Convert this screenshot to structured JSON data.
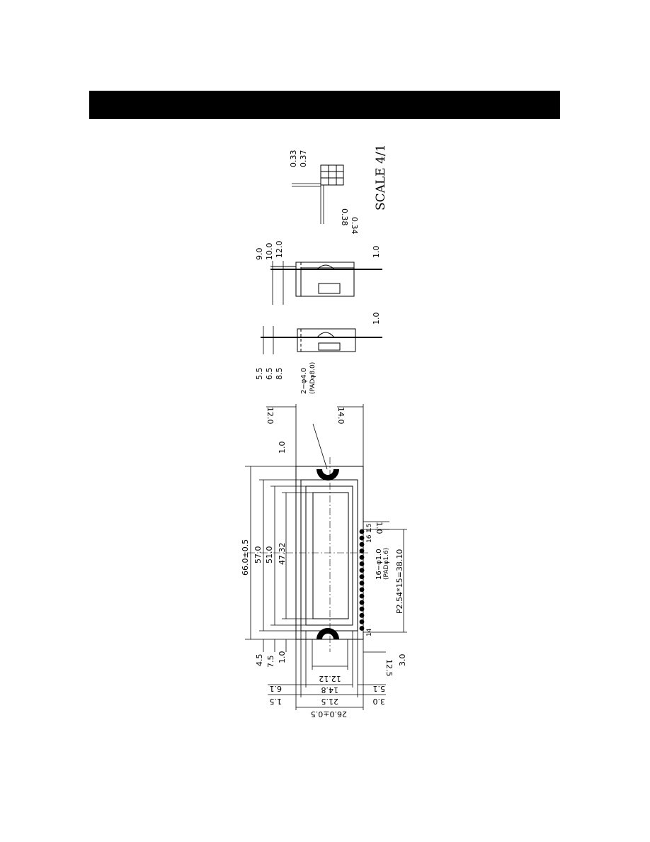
{
  "drawing": {
    "scale_note": "SCALE 4/1",
    "pixel_detail": {
      "dim_033": "0.33",
      "dim_037": "0.37",
      "dim_038": "0.38",
      "dim_034": "0.34"
    },
    "side_view_top": {
      "dim_90": "9.0",
      "dim_100": "10.0",
      "dim_120": "12.0",
      "dim_10": "1.0"
    },
    "side_view_bottom": {
      "dim_55": "5.5",
      "dim_65": "6.5",
      "dim_85": "8.5",
      "dim_10": "1.0"
    },
    "front_view": {
      "dim_overall_length": "66.0±0.5",
      "dim_570": "57.0",
      "dim_510": "51.0",
      "dim_4732": "47.32",
      "dim_10_top": "1.0",
      "dim_120_top": "12.0",
      "dim_140": "14.0",
      "hole_callout_1": "2−φ4.0",
      "hole_callout_2": "(PADφ8.0)",
      "pin_callout_1": "16−φ1.0",
      "pin_callout_2": "(PADφ1.6)",
      "pin_label_1": "1",
      "pin_label_16": "16",
      "pin_label_15": "15",
      "pin_label_14": "14",
      "dim_10_pin": "1.0",
      "pitch": "P2.54*15=38.10",
      "dim_45": "4.5",
      "dim_75": "7.5",
      "dim_10_left": "1.0",
      "dim_1212": "12.12",
      "dim_148": "14.8",
      "dim_215": "21.5",
      "dim_260": "26.0±0.5",
      "dim_61": "6.1",
      "dim_15": "1.5",
      "dim_51": "5.1",
      "dim_30a": "3.0",
      "dim_125": "12.5",
      "dim_30b": "3.0"
    }
  },
  "colors": {
    "header_bar": "#000000",
    "ink": "#000000",
    "paper": "#ffffff"
  }
}
